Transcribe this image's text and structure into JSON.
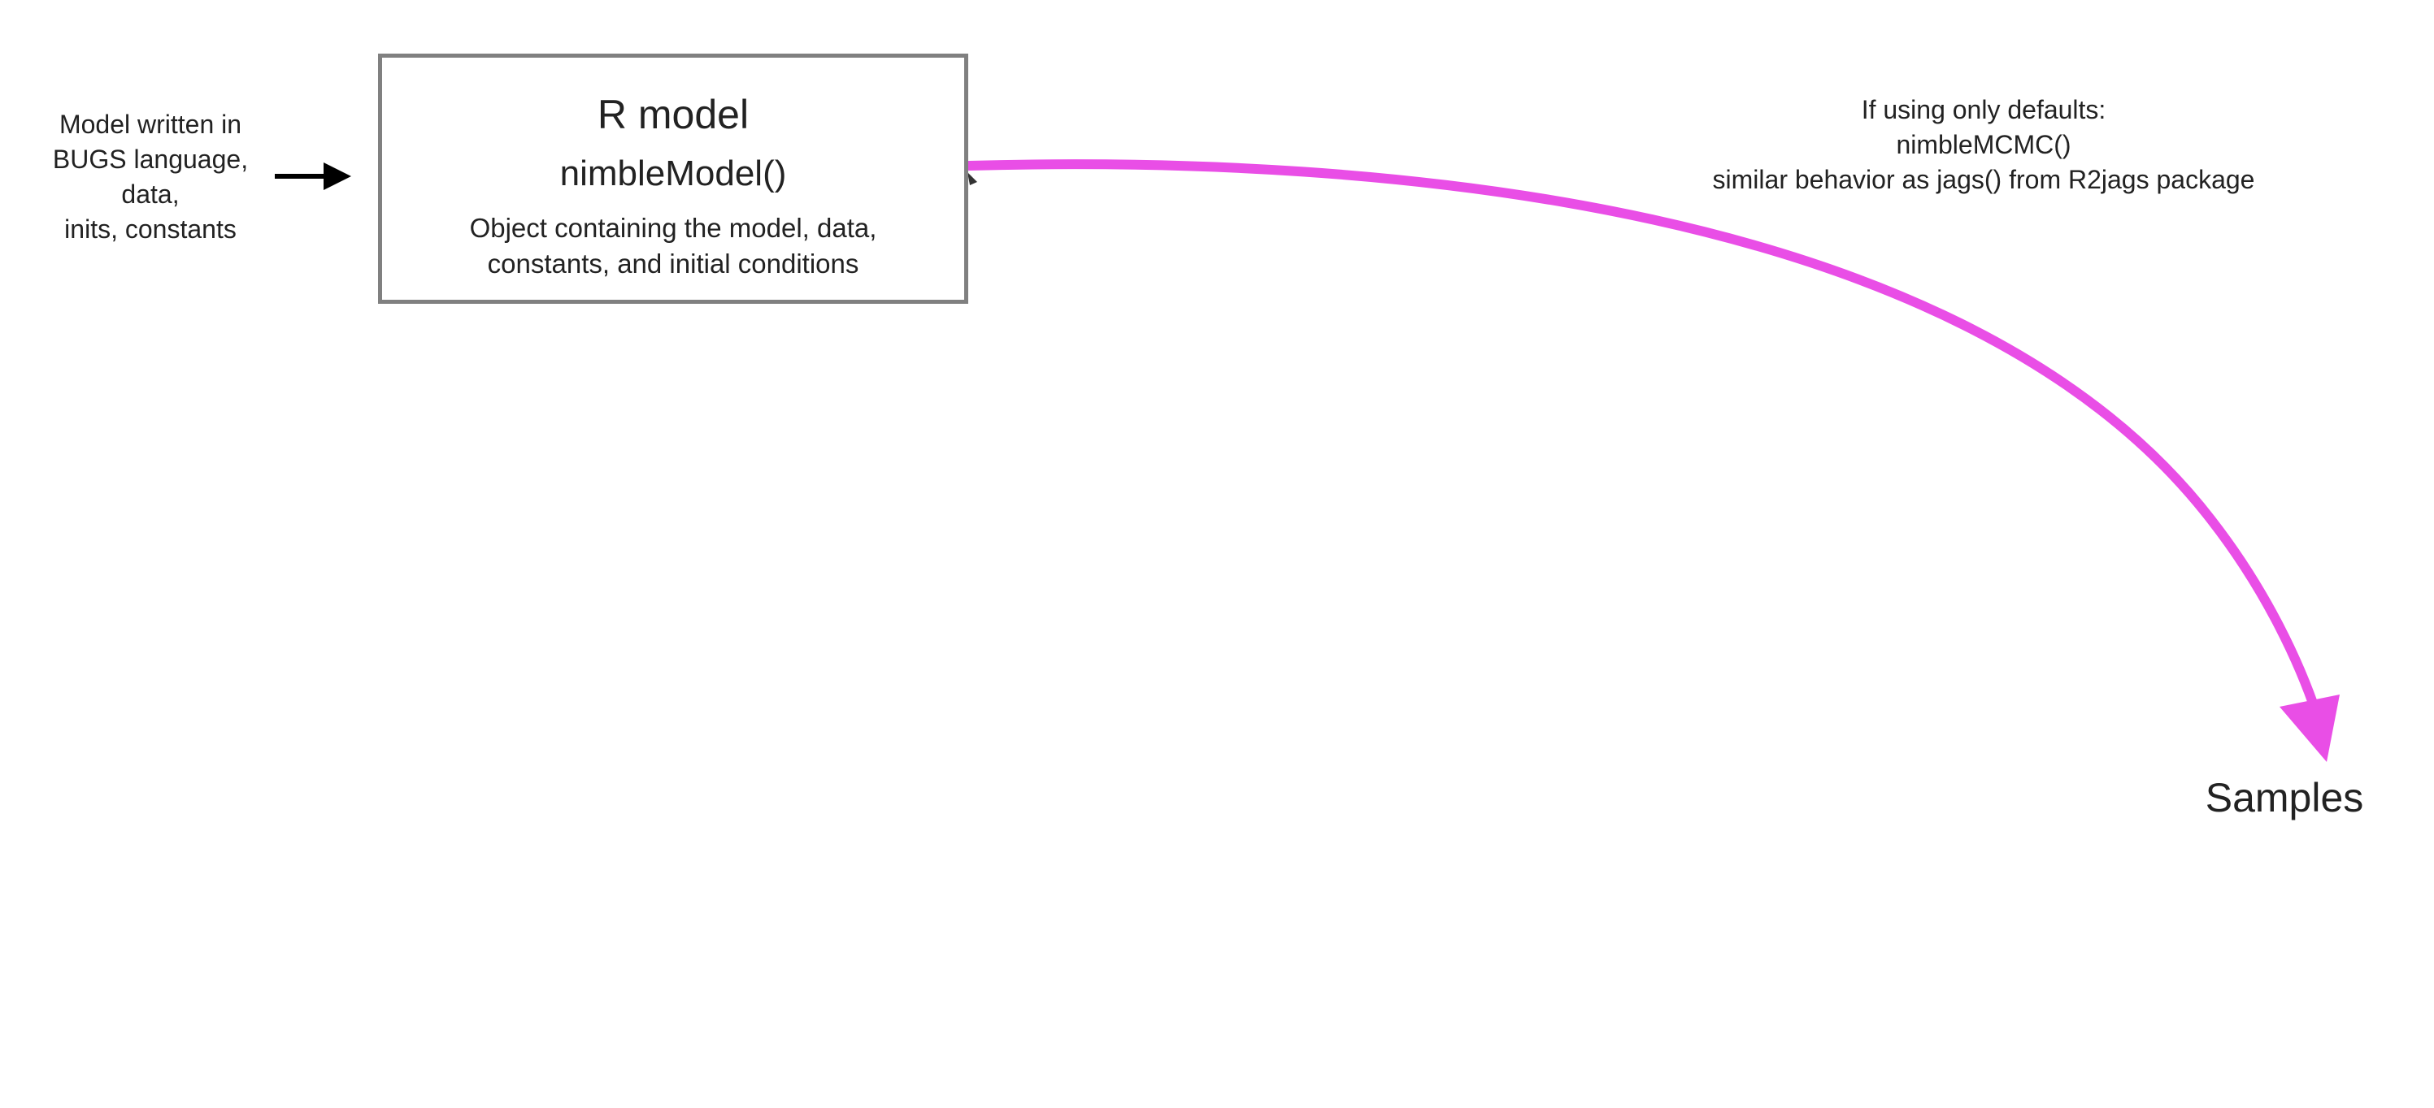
{
  "input": {
    "text": "Model written in\nBUGS language,\ndata,\ninits, constants"
  },
  "model_box": {
    "title": "R model",
    "function": "nimbleModel()",
    "description": "Object containing the model, data,\nconstants, and initial conditions"
  },
  "mcmc": {
    "text": "If using only defaults:\nnimbleMCMC()\nsimilar behavior as jags() from R2jags package"
  },
  "output": {
    "text": "Samples"
  },
  "colors": {
    "box_border": "#808080",
    "input_arrow": "#000000",
    "mcmc_arrow": "#e94ee6",
    "text": "#222222"
  }
}
